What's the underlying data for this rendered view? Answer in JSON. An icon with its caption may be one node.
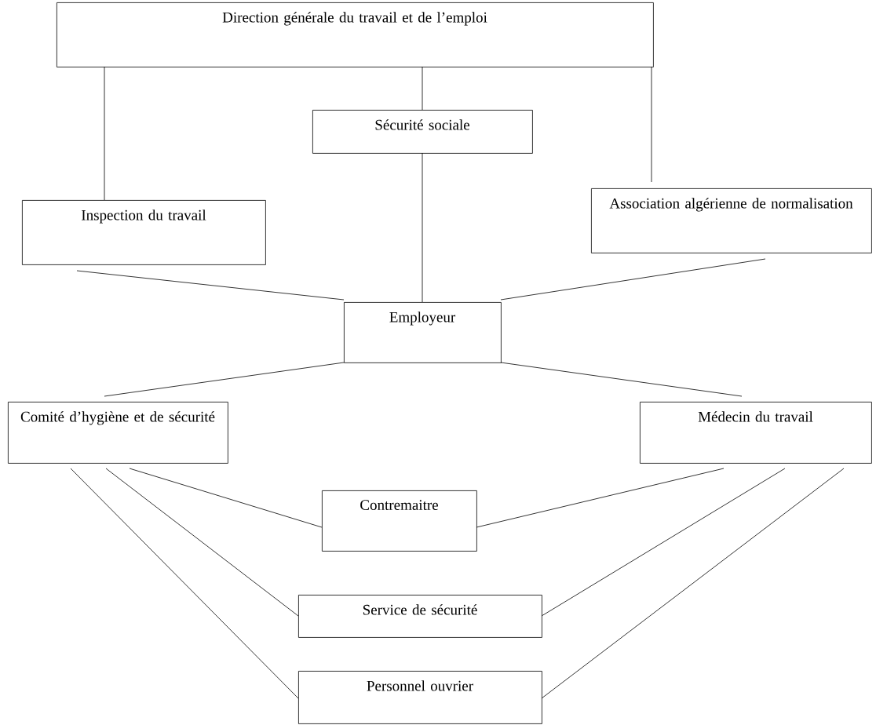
{
  "diagram": {
    "nodes": [
      {
        "text": [
          "Direction générale du travail et de l’emploi"
        ]
      },
      {
        "text": [
          "Sécurité sociale"
        ]
      },
      {
        "text": [
          "Inspection du travail"
        ]
      },
      {
        "text": [
          "Association algérienne de normalisation"
        ]
      },
      {
        "text": [
          "Employeur"
        ]
      },
      {
        "text": [
          "Comité d’hygiène et de sécurité"
        ]
      },
      {
        "text": [
          "Médecin du travail"
        ]
      },
      {
        "text": [
          "Contremaitre"
        ]
      },
      {
        "text": [
          "Service de sécurité"
        ]
      },
      {
        "text": [
          "Personnel ouvrier"
        ]
      }
    ],
    "edges": [
      {
        "from": 0,
        "to": 2,
        "arrow": "none"
      },
      {
        "from": 0,
        "to": 1,
        "arrow": "none"
      },
      {
        "from": 0,
        "to": 3,
        "arrow": "none"
      },
      {
        "from": 2,
        "to": 4,
        "arrow": "none"
      },
      {
        "from": 1,
        "to": 4,
        "arrow": "none"
      },
      {
        "from": 3,
        "to": 4,
        "arrow": "none"
      },
      {
        "from": 4,
        "to": 5,
        "arrow": "none"
      },
      {
        "from": 4,
        "to": 6,
        "arrow": "none"
      },
      {
        "from": 5,
        "to": 7,
        "arrow": "none"
      },
      {
        "from": 6,
        "to": 7,
        "arrow": "none"
      },
      {
        "from": 5,
        "to": 8,
        "arrow": "none"
      },
      {
        "from": 6,
        "to": 8,
        "arrow": "none"
      },
      {
        "from": 5,
        "to": 9,
        "arrow": "none"
      },
      {
        "from": 6,
        "to": 9,
        "arrow": "none"
      }
    ]
  }
}
